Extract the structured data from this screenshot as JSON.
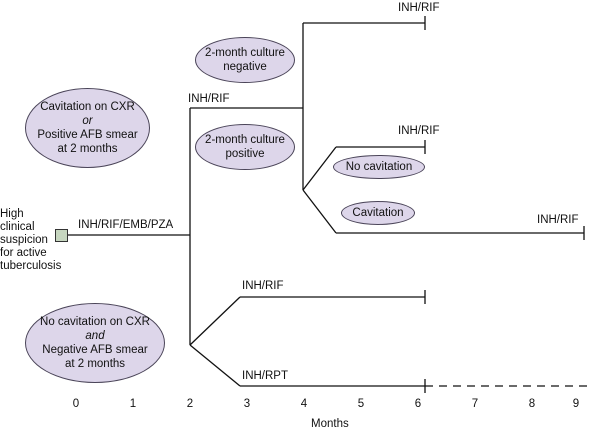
{
  "start_label": [
    "High clinical",
    "suspicion",
    "for active",
    "tuberculosis"
  ],
  "branch_labels": {
    "initial": "INH/RIF/EMB/PZA",
    "upper_mid": "INH/RIF",
    "top_end": "INH/RIF",
    "mid_end": "INH/RIF",
    "long_end": "INH/RIF",
    "lower_upper": "INH/RIF",
    "lower_lower": "INH/RPT"
  },
  "ovals": {
    "cavitation_positive": {
      "line1": "Cavitation on CXR",
      "or": "or",
      "line2": "Positive AFB smear",
      "line3": "at 2 months"
    },
    "no_cavitation_negative": {
      "line1": "No cavitation on CXR",
      "and": "and",
      "line2": "Negative AFB smear",
      "line3": "at 2 months"
    },
    "culture_negative": {
      "line1": "2-month culture",
      "line2": "negative"
    },
    "culture_positive": {
      "line1": "2-month culture",
      "line2": "positive"
    },
    "no_cavitation": {
      "line1": "No cavitation"
    },
    "cavitation": {
      "line1": "Cavitation"
    }
  },
  "axis": {
    "ticks": [
      "0",
      "1",
      "2",
      "3",
      "4",
      "5",
      "6",
      "7",
      "8",
      "9"
    ],
    "label": "Months"
  },
  "colors": {
    "oval_fill": "#ddd6ea",
    "start_box_fill": "#c6d6bf",
    "line": "#111111"
  }
}
